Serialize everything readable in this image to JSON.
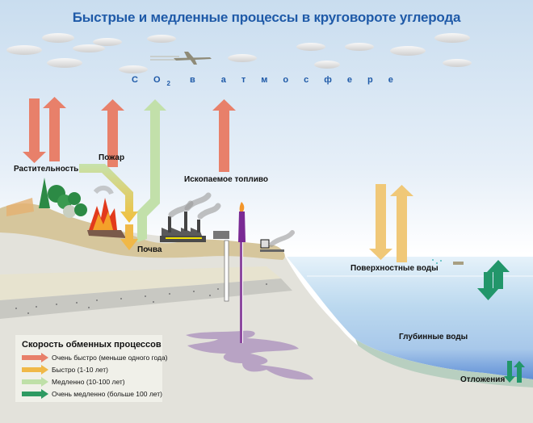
{
  "title": "Быстрые и медленные процессы в круговороте углерода",
  "atmosphere_label": [
    "C",
    "O",
    "2",
    "в",
    "а",
    "т",
    "м",
    "о",
    "с",
    "ф",
    "е",
    "р",
    "е"
  ],
  "labels": {
    "vegetation": "Растительность",
    "fire": "Пожар",
    "soil": "Почва",
    "fossil_fuel": "Ископаемое топливо",
    "surface_water": "Поверхностные воды",
    "deep_water": "Глубинные воды",
    "sediments": "Отложения"
  },
  "legend": {
    "title": "Скорость обменных процессов",
    "items": [
      {
        "label": "Очень быстро (меньше одного года)",
        "color": "#e8806a"
      },
      {
        "label": "Быстро (1-10 лет)",
        "color": "#f0b848"
      },
      {
        "label": "Медленно (10-100 лет)",
        "color": "#bfe0a8"
      },
      {
        "label": "Очень медленно (больше 100 лет)",
        "color": "#2e9a62"
      }
    ]
  },
  "colors": {
    "title": "#1f5aa8",
    "very_fast": "#e8806a",
    "fast": "#f0c878",
    "slow": "#c2e0aa",
    "very_slow": "#22966a",
    "sea": "#bfdcf0",
    "deep_sea": "#6f9ad8",
    "ground": "#e2e1da",
    "soil": "#d8c8a0"
  }
}
